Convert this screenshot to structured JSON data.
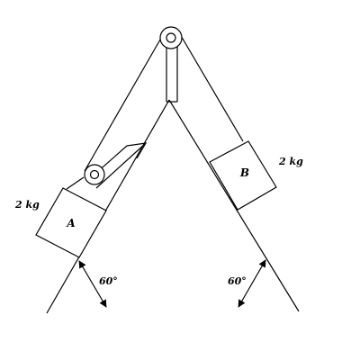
{
  "blocks": {
    "a": {
      "label": "A",
      "mass": "2 kg"
    },
    "b": {
      "label": "B",
      "mass": "2 kg"
    }
  },
  "angles": {
    "left": "60°",
    "right": "60°"
  }
}
